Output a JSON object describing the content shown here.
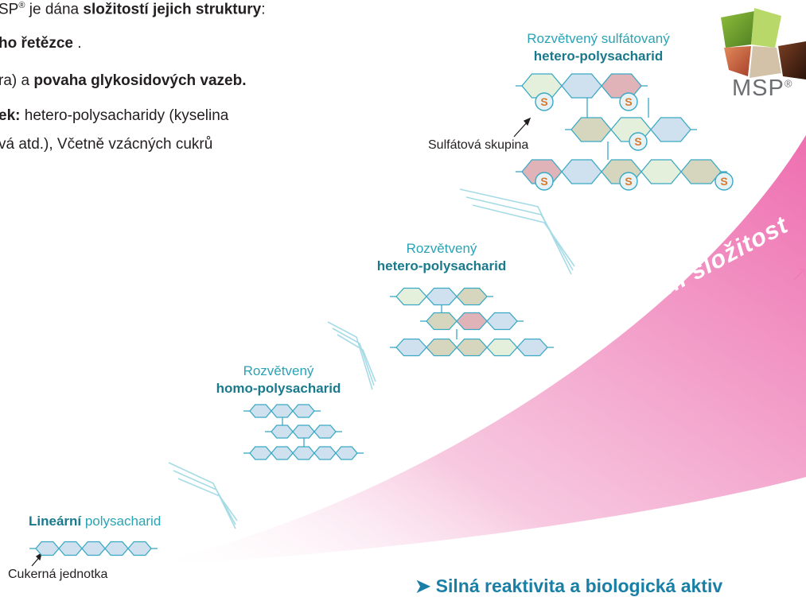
{
  "intro": {
    "line1_pre": "SP",
    "line1_reg": "®",
    "line1_mid": " je dána ",
    "line1_bold": "složitostí jejich struktury",
    "line1_post": ":",
    "line2_bold": "ho řetězce",
    "line2_post": " .",
    "line3_pre": "ra) a ",
    "line3_bold": "povaha glykosidových vazeb.",
    "line4_bold": "ek:",
    "line4_post": " hetero-polysacharidy (kyselina",
    "line5": "vá atd.), Včetně vzácných cukrů"
  },
  "labels": {
    "linear_bold": "Lineární",
    "linear_rest": " polysacharid",
    "homo_top": "Rozvětvený",
    "homo_bold": "homo-polysacharid",
    "hetero_top": "Rozvětvený",
    "hetero_bold": "hetero-polysacharid",
    "sulf_top": "Rozvětvený sulfátovaný",
    "sulf_bold": "hetero-polysacharid"
  },
  "annotations": {
    "sugar_unit": "Cukerná jednotka",
    "sulfate_group": "Sulfátová skupina",
    "sulfate_symbol": "S"
  },
  "arrow_text": "Strukturální složitost",
  "logo": {
    "text": "MSP",
    "reg": "®"
  },
  "bottom": {
    "text": "➤ Silná reaktivita a biologická aktiv"
  },
  "colors": {
    "teal_dark": "#1a7a8c",
    "teal_light": "#2aa3b5",
    "hex_stroke": "#3aa9c4",
    "hex_blue": "#cfe0ef",
    "hex_green": "#e4efdc",
    "hex_tan": "#d6d6bf",
    "hex_pink": "#e0b3b8",
    "sulfate_letter": "#d9782a",
    "arrow_pink": "#ee7ab6"
  }
}
